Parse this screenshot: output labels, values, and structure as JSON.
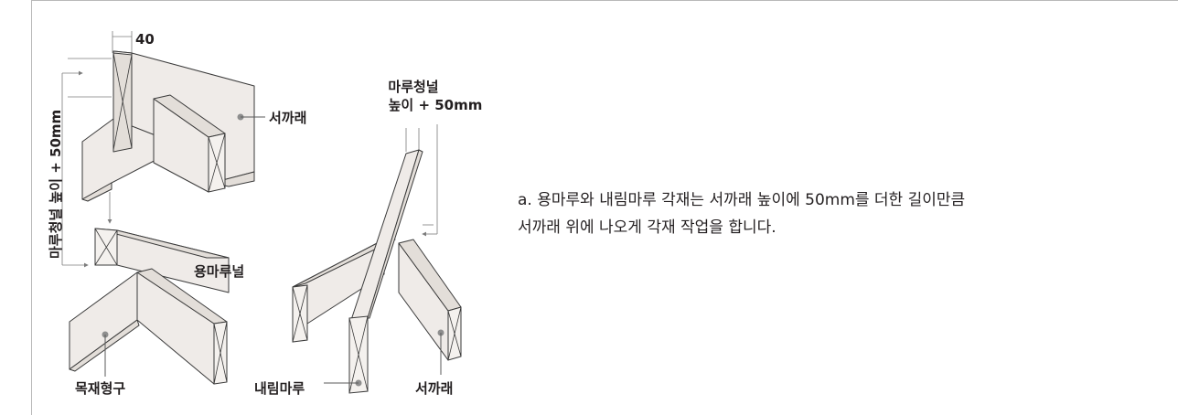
{
  "labels": {
    "dim_width": "40",
    "dim_height_vertical": "마루청널 높이 + 50mm",
    "dim_height_line1": "마루청널",
    "dim_height_line2": "높이 + 50mm",
    "rafter_top": "서까래",
    "ridge_board": "용마루널",
    "wood_form": "목재형구",
    "hip_rafter": "내림마루",
    "rafter_right": "서까래"
  },
  "description": {
    "line1": "a. 용마루와 내림마루 각재는 서까래 높이에 50mm를 더한 길이만큼",
    "line2": "서까래 위에 나오게 각재 작업을 합니다."
  },
  "colors": {
    "wood_face": "#efebe8",
    "wood_side": "#e3ded9",
    "outline": "#3a3a3a",
    "marker": "#8e8e8e"
  }
}
